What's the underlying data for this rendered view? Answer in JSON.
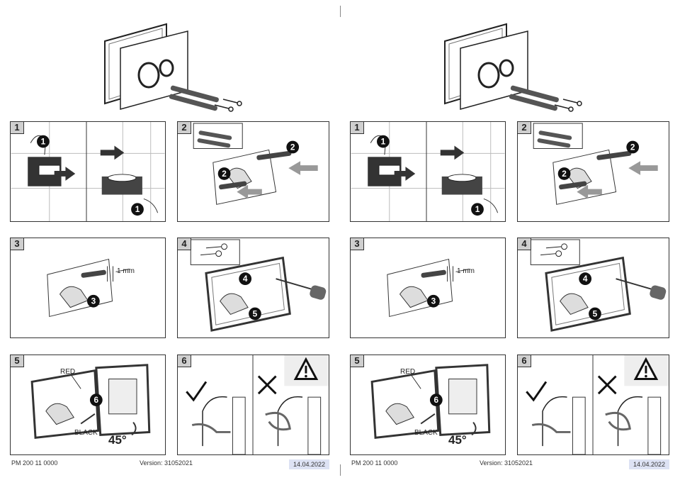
{
  "pages": [
    {
      "side": "left",
      "steps": [
        {
          "number": "1"
        },
        {
          "number": "2"
        },
        {
          "number": "3",
          "measurement": "1 mm"
        },
        {
          "number": "4"
        },
        {
          "number": "5",
          "wire_red": "RED",
          "wire_black": "BLACK",
          "angle": "45°"
        },
        {
          "number": "6"
        }
      ],
      "footer": {
        "code": "PM 200 11  0000",
        "version": "Version: 31052021",
        "date": "14.04.2022"
      }
    },
    {
      "side": "right",
      "steps": [
        {
          "number": "1"
        },
        {
          "number": "2"
        },
        {
          "number": "3",
          "measurement": "1 mm"
        },
        {
          "number": "4"
        },
        {
          "number": "5",
          "wire_red": "RED",
          "wire_black": "BLACK",
          "angle": "45°"
        },
        {
          "number": "6"
        }
      ],
      "footer": {
        "code": "PM 200 11  0000",
        "version": "Version: 31052021",
        "date": "14.04.2022"
      }
    }
  ],
  "icons": [
    "flush-plate-illustration",
    "wall-plug-icon",
    "screw-icon",
    "screwdriver-icon",
    "check-mark-icon",
    "cross-mark-icon",
    "warning-triangle-icon",
    "hand-icon",
    "arrow-icon"
  ]
}
